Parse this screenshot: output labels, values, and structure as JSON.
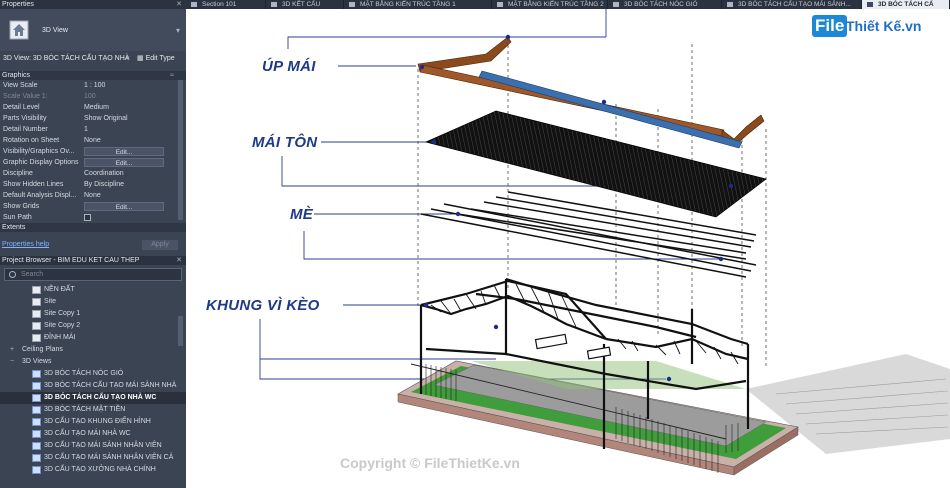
{
  "properties_panel": {
    "title": "Properties",
    "type_name": "3D View",
    "view_selector": "3D View: 3D BÓC TÁCH CẤU TẠO NHÀ",
    "edit_type": "Edit Type",
    "section_graphics": "Graphics",
    "rows": [
      {
        "key": "View Scale",
        "value": "1 : 100"
      },
      {
        "key": "Scale Value    1:",
        "value": "100"
      },
      {
        "key": "Detail Level",
        "value": "Medium"
      },
      {
        "key": "Parts Visibility",
        "value": "Show Original"
      },
      {
        "key": "Detail Number",
        "value": "1"
      },
      {
        "key": "Rotation on Sheet",
        "value": "None"
      },
      {
        "key": "Visibility/Graphics Ov...",
        "button": "Edit..."
      },
      {
        "key": "Graphic Display Options",
        "button": "Edit..."
      },
      {
        "key": "Discipline",
        "value": "Coordination"
      },
      {
        "key": "Show Hidden Lines",
        "value": "By Discipline"
      },
      {
        "key": "Default Analysis Displ...",
        "value": "None"
      },
      {
        "key": "Show Grids",
        "button": "Edit..."
      },
      {
        "key": "Sun Path",
        "checkbox": true
      }
    ],
    "section_extents": "Extents",
    "help_link": "Properties help",
    "apply_label": "Apply"
  },
  "project_browser": {
    "title": "Project Browser - BIM EDU KET CAU THEP",
    "search_placeholder": "Search",
    "items": [
      {
        "label": "NỀN ĐẤT",
        "kind": "plan"
      },
      {
        "label": "Site",
        "kind": "plan"
      },
      {
        "label": "Site Copy 1",
        "kind": "plan"
      },
      {
        "label": "Site Copy 2",
        "kind": "plan"
      },
      {
        "label": "ĐỈNH MÁI",
        "kind": "plan"
      },
      {
        "label": "Ceiling Plans",
        "kind": "group",
        "expander": "+"
      },
      {
        "label": "3D Views",
        "kind": "group",
        "expander": "−"
      },
      {
        "label": "3D BÓC TÁCH NÓC GIÓ",
        "kind": "3d"
      },
      {
        "label": "3D BÓC TÁCH CẤU TẠO MÁI SẢNH NHÀ",
        "kind": "3d"
      },
      {
        "label": "3D BÓC TÁCH CẤU TẠO NHÀ WC",
        "kind": "3d",
        "selected": true
      },
      {
        "label": "3D BÓC TÁCH MẶT TIỀN",
        "kind": "3d"
      },
      {
        "label": "3D CẤU TẠO KHUNG ĐIỂN HÌNH",
        "kind": "3d"
      },
      {
        "label": "3D CẤU TẠO MÁI NHÀ WC",
        "kind": "3d"
      },
      {
        "label": "3D CẤU TẠO MÁI SẢNH NHÂN VIÊN",
        "kind": "3d"
      },
      {
        "label": "3D CẤU TẠO MÁI SẢNH NHÂN VIÊN CẢ",
        "kind": "3d"
      },
      {
        "label": "3D CẤU TẠO XƯỞNG NHÀ CHÍNH",
        "kind": "3d"
      }
    ]
  },
  "tabs": [
    {
      "label": "Section 101"
    },
    {
      "label": "3D KẾT CẤU"
    },
    {
      "label": "MẶT BẰNG KIẾN TRÚC TẦNG 1"
    },
    {
      "label": "MẶT BẰNG KIẾN TRÚC TẦNG 2"
    },
    {
      "label": "3D BÓC TÁCH NÓC GIÓ"
    },
    {
      "label": "3D BÓC TÁCH CẤU TẠO MÁI SẢNH..."
    },
    {
      "label": "3D BÓC TÁCH CẤ",
      "active": true
    }
  ],
  "viewport": {
    "labels": {
      "up_mai": "ÚP MÁI",
      "mai_ton": "MÁI TÔN",
      "me": "MÈ",
      "khung_vi_keo": "KHUNG VÌ KÈO"
    },
    "logo_file": "File",
    "logo_rest": "Thiết Kế.vn",
    "copyright": "Copyright © FileThietKe.vn",
    "colors": {
      "annotation_blue": "#1d3a8a",
      "ridge_brown": "#8a4a1e",
      "purlin_blue": "#3b6fae",
      "steel": "#1a1a1a",
      "grass": "#3f9d3b",
      "slab": "#9c9c9c"
    }
  }
}
